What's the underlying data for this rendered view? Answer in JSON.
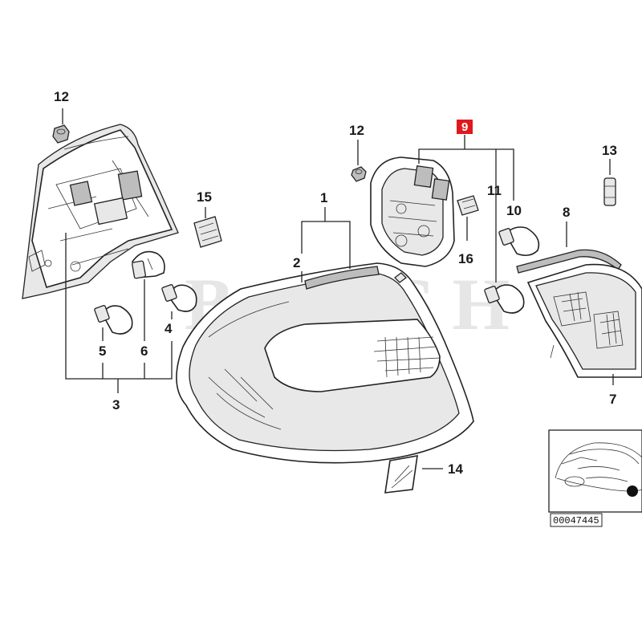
{
  "highlight_color": "#e0181e",
  "watermark": "BOBSH",
  "reference_number": "00047445",
  "callouts": {
    "c1": "1",
    "c2": "2",
    "c3": "3",
    "c4": "4",
    "c5": "5",
    "c6": "6",
    "c7": "7",
    "c8": "8",
    "c9": "9",
    "c10": "10",
    "c11": "11",
    "c12a": "12",
    "c12b": "12",
    "c13": "13",
    "c14": "14",
    "c15": "15",
    "c16": "16"
  }
}
